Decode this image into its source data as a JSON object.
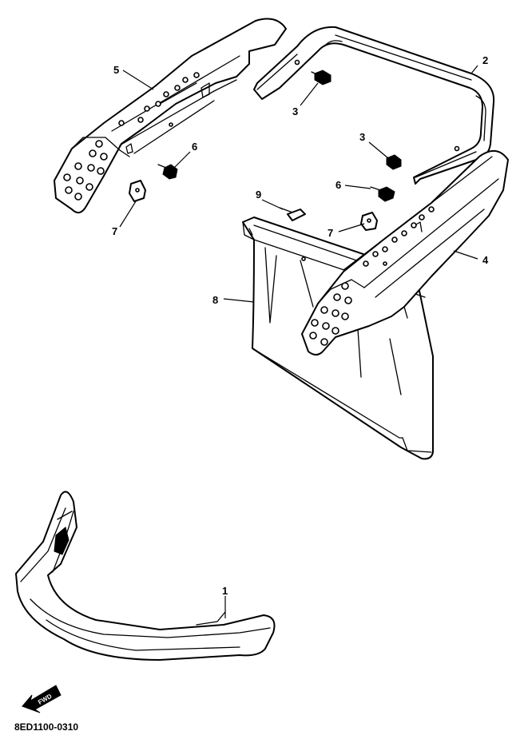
{
  "callouts": {
    "c1": "1",
    "c2": "2",
    "c3a": "3",
    "c3b": "3",
    "c4": "4",
    "c5": "5",
    "c6a": "6",
    "c6b": "6",
    "c7a": "7",
    "c7b": "7",
    "c8": "8",
    "c9": "9"
  },
  "fwd_label": "FWD",
  "diagram_code": "8ED1100-0310",
  "ink_color": "#000000",
  "paper_color": "#ffffff"
}
